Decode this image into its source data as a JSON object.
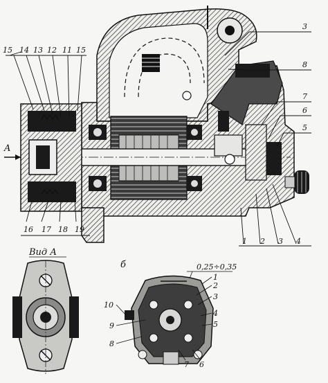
{
  "top_view": {
    "left_callouts": [
      "15",
      "14",
      "13",
      "12",
      "11",
      "15"
    ],
    "right_callouts": [
      "3",
      "8",
      "7",
      "6",
      "5"
    ],
    "bottom_left_callouts": [
      "16",
      "17",
      "18",
      "19"
    ],
    "bottom_right_callouts": [
      "1",
      "2",
      "3",
      "4"
    ],
    "arrow_label": "A"
  },
  "view_a": {
    "caption": "Вид А"
  },
  "view_b": {
    "letter": "б",
    "gap_label": "0,25÷0,35",
    "right_callouts": [
      "1",
      "2",
      "3",
      "4",
      "5"
    ],
    "left_callouts": [
      "10",
      "9",
      "8"
    ],
    "bottom_callouts": [
      "7",
      "6"
    ]
  },
  "colors": {
    "ink": "#111111",
    "paper": "#f6f6f4",
    "shade": "#6d6d6d"
  }
}
